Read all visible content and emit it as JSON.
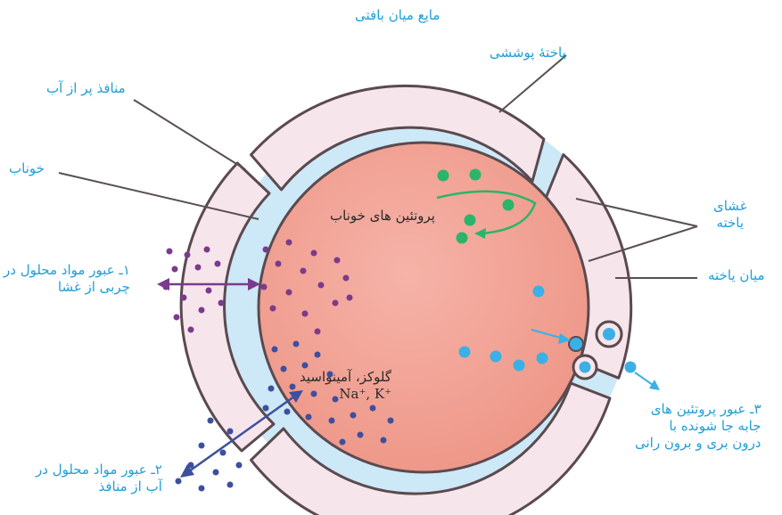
{
  "labels": {
    "interstitial_fluid": "مایع میان بافتی",
    "endothelial_cell": "یاختهٔ پوششی",
    "water_pores": "منافذ پر از آب",
    "plasma": "خوناب",
    "membrane_line1": "غشای",
    "membrane_line2": "یاخته",
    "cytoplasm": "میان یاخته",
    "lipid_line1": "۱ـ عبور مواد محلول در",
    "lipid_line2": "چربی از غشا",
    "plasma_proteins": "پروتئین های خوناب",
    "glucose_line1": "گلوکز، آمینواسید",
    "glucose_line2": "Na⁺, K⁺",
    "water_line1": "۲ـ عبور مواد محلول در",
    "water_line2": "آب از منافذ",
    "vesicle_line1": "۳ـ عبور پروتئین های",
    "vesicle_line2": "جابه جا شونده با",
    "vesicle_line3": "درون بری و برون رانی"
  },
  "colors": {
    "label_blue": "#1e9fd6",
    "plasma_fill": "#f2a49a",
    "cell_fill": "#f6e6ec",
    "cell_stroke": "#5a4a50",
    "water_pore": "#cde8f6",
    "lipid_dot": "#7b3a8c",
    "protein_dot": "#2ab56a",
    "solute_dot": "#3d4f9e",
    "vesicle_dot": "#3bb0e6"
  }
}
